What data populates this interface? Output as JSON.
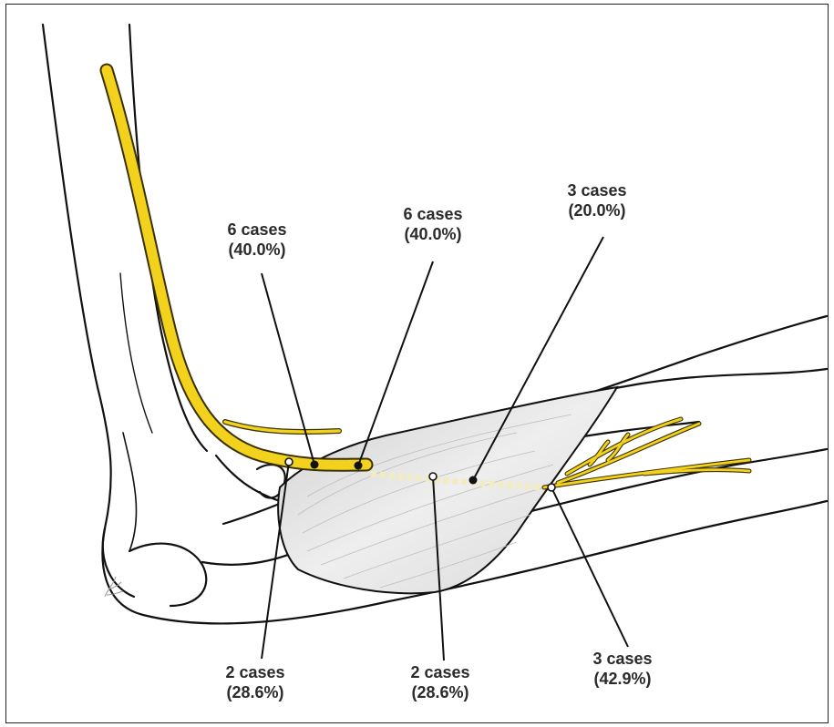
{
  "labels": {
    "top_left": {
      "count": "6 cases",
      "pct": "(40.0%)"
    },
    "top_middle": {
      "count": "6 cases",
      "pct": "(40.0%)"
    },
    "top_right": {
      "count": "3 cases",
      "pct": "(20.0%)"
    },
    "bottom_left": {
      "count": "2 cases",
      "pct": "(28.6%)"
    },
    "bottom_middle": {
      "count": "2 cases",
      "pct": "(28.6%)"
    },
    "bottom_right": {
      "count": "3 cases",
      "pct": "(42.9%)"
    }
  },
  "colors": {
    "nerve": "#f2d21c",
    "nerve_outline": "#3a3000",
    "outline": "#111111",
    "muscle_shade": "#d9d9d9"
  }
}
